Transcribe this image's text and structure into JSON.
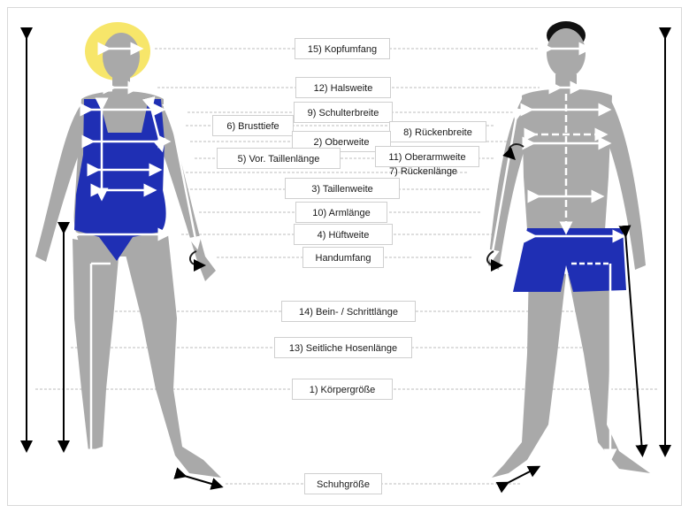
{
  "labels": {
    "head": "15) Kopfumfang",
    "neck": "12) Halsweite",
    "shoulder": "9) Schulterbreite",
    "chest_depth": "6) Brusttiefe",
    "back_width": "8) Rückenbreite",
    "bust": "2) Oberweite",
    "front_waist": "5) Vor. Taillenlänge",
    "upper_arm": "11) Oberarmweite",
    "back_length": "7) Rückenlänge",
    "waist": "3) Taillenweite",
    "arm": "10) Armlänge",
    "hip": "4) Hüftweite",
    "wrist": "Handumfang",
    "inseam": "14) Bein- / Schrittlänge",
    "side_leg": "13) Seitliche Hosenlänge",
    "height": "1) Körpergröße",
    "shoe": "Schuhgröße"
  },
  "colors": {
    "body": "#a9a9a9",
    "swimsuit": "#1f2fb4",
    "hair_woman": "#f7e66a",
    "hair_man": "#111111",
    "measure_line": "#ffffff",
    "guide_line": "#bdbdbd",
    "outer_arrow": "#000000"
  }
}
